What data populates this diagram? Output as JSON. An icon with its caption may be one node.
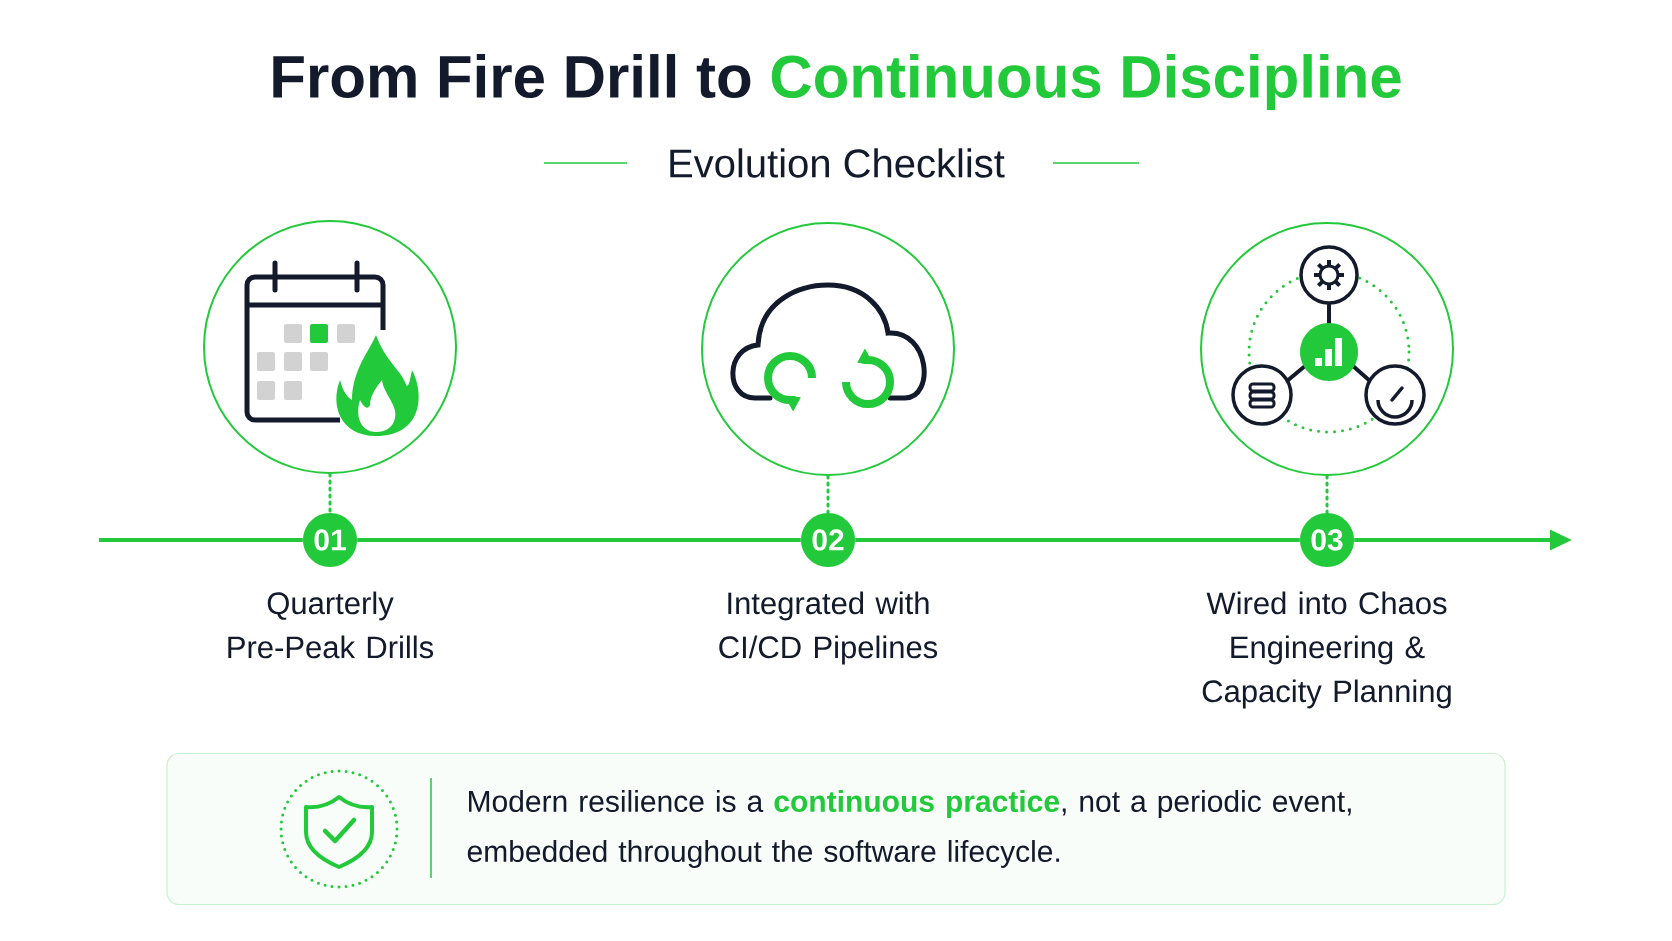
{
  "diagram": {
    "title": "From Fire Drill to **Continuous Discipline**",
    "nodes": [
      {
        "text": [],
        "shape": "circle"
      },
      {
        "text": [],
        "shape": "circle"
      },
      {
        "text": [],
        "shape": "circle"
      },
      {
        "text": [
          "01"
        ],
        "beside": [
          "Quarterly Pre-Peak Drills"
        ]
      },
      {
        "text": [
          "02"
        ],
        "beside": [
          "Integrated with CI/CD Pipelines"
        ]
      },
      {
        "text": [
          "03"
        ],
        "beside": [
          "Wired into Chaos Engineering & Capacity Planning"
        ]
      },
      {
        "text": [
          "Modern resilience is a **continuous practice**, not a periodic event, embedded throughout the software lifecycle."
        ]
      }
    ],
    "edges": [
      {
        "from": 0,
        "to": 3,
        "arrow": "none",
        "style": "dashed"
      },
      {
        "from": 1,
        "to": 4,
        "arrow": "none",
        "style": "dashed"
      },
      {
        "from": 2,
        "to": 5,
        "arrow": "none",
        "style": "dashed"
      },
      {
        "from": null,
        "to": 3,
        "arrow": "none"
      },
      {
        "from": 3,
        "to": 4,
        "arrow": "none"
      },
      {
        "from": 4,
        "to": 5,
        "arrow": "none"
      },
      {
        "from": 5,
        "to": null,
        "arrow": "to"
      }
    ],
    "labels": [
      "Evolution Checklist"
    ]
  }
}
